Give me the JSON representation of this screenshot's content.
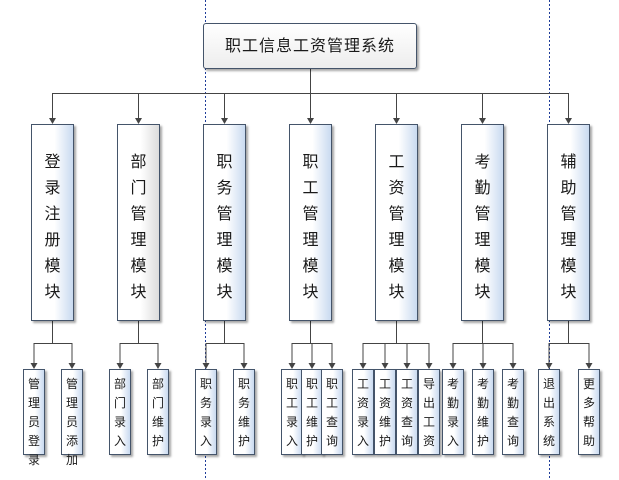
{
  "root": {
    "title": "职工信息工资管理系统"
  },
  "modules": [
    {
      "label": "登录注册模块",
      "style": "blue",
      "children": [
        "管理员登录",
        "管理员添加"
      ]
    },
    {
      "label": "部门管理模块",
      "style": "grey",
      "children": [
        "部门录入",
        "部门维护"
      ]
    },
    {
      "label": "职务管理模块",
      "style": "blue",
      "children": [
        "职务录入",
        "职务维护"
      ]
    },
    {
      "label": "职工管理模块",
      "style": "blue",
      "children": [
        "职工录入",
        "职工维护",
        "职工查询"
      ]
    },
    {
      "label": "工资管理模块",
      "style": "blue",
      "children": [
        "工资录入",
        "工资维护",
        "工资查询",
        "导出工资"
      ]
    },
    {
      "label": "考勤管理模块",
      "style": "blue",
      "children": [
        "考勤录入",
        "考勤维护",
        "考勤查询"
      ]
    },
    {
      "label": "辅助管理模块",
      "style": "blue",
      "children": [
        "退出系统",
        "更多帮助"
      ]
    }
  ],
  "colors": {
    "connector": "#444444",
    "guide_line": "#1f3d99",
    "border": "#44546a",
    "fill_blue": "#c9daf0",
    "fill_grey": "#dcdcdc"
  }
}
